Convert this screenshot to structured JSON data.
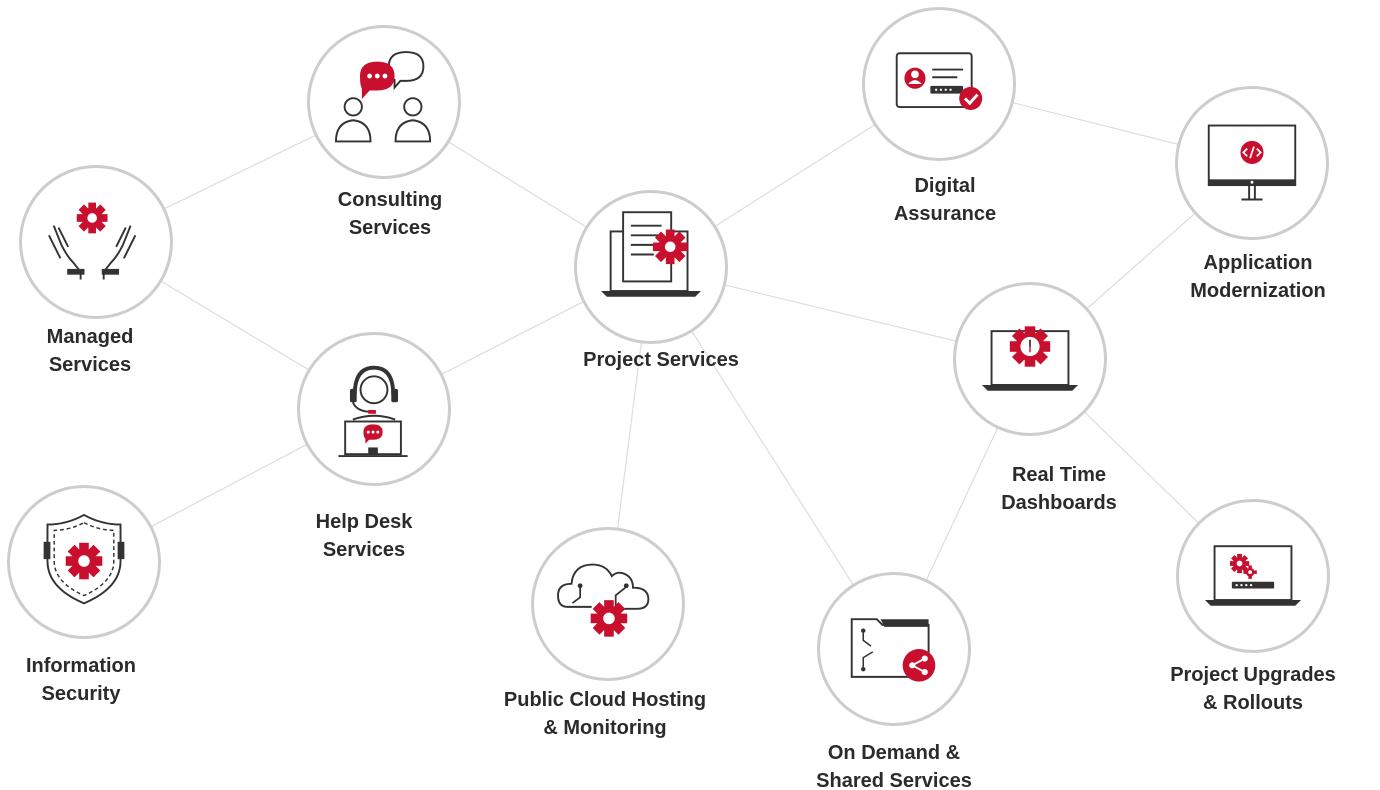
{
  "colors": {
    "accent": "#c8102e",
    "line": "#dddddd",
    "ring": "#cdcdcd",
    "icon": "#333333",
    "text": "#2b2b2b"
  },
  "nodes": {
    "consulting": {
      "label_lines": [
        "Consulting",
        "Services"
      ],
      "icon": "chat-bubbles-people-icon"
    },
    "managed": {
      "label_lines": [
        "Managed",
        "Services"
      ],
      "icon": "hands-gear-icon"
    },
    "helpdesk": {
      "label_lines": [
        "Help Desk",
        "Services"
      ],
      "icon": "headset-agent-icon"
    },
    "infosec": {
      "label_lines": [
        "Information",
        "Security"
      ],
      "icon": "shield-gear-icon"
    },
    "project": {
      "label_lines": [
        "Project Services"
      ],
      "icon": "laptop-document-gear-icon"
    },
    "cloud": {
      "label_lines": [
        "Public Cloud Hosting",
        "& Monitoring"
      ],
      "icon": "cloud-gear-icon"
    },
    "assurance": {
      "label_lines": [
        "Digital",
        "Assurance"
      ],
      "icon": "id-card-check-icon"
    },
    "appmod": {
      "label_lines": [
        "Application",
        "Modernization"
      ],
      "icon": "monitor-code-icon"
    },
    "dashboards": {
      "label_lines": [
        "Real Time",
        "Dashboards"
      ],
      "icon": "laptop-clock-gear-icon"
    },
    "ondemand": {
      "label_lines": [
        "On Demand &",
        "Shared Services"
      ],
      "icon": "folder-share-icon"
    },
    "upgrades": {
      "label_lines": [
        "Project Upgrades",
        "& Rollouts"
      ],
      "icon": "laptop-gears-progress-icon"
    }
  },
  "edges": [
    [
      "managed",
      "consulting"
    ],
    [
      "managed",
      "helpdesk"
    ],
    [
      "consulting",
      "project"
    ],
    [
      "helpdesk",
      "project"
    ],
    [
      "helpdesk",
      "infosec"
    ],
    [
      "project",
      "assurance"
    ],
    [
      "project",
      "dashboards"
    ],
    [
      "project",
      "cloud"
    ],
    [
      "project",
      "ondemand"
    ],
    [
      "assurance",
      "appmod"
    ],
    [
      "appmod",
      "dashboards"
    ],
    [
      "dashboards",
      "ondemand"
    ],
    [
      "dashboards",
      "upgrades"
    ]
  ]
}
